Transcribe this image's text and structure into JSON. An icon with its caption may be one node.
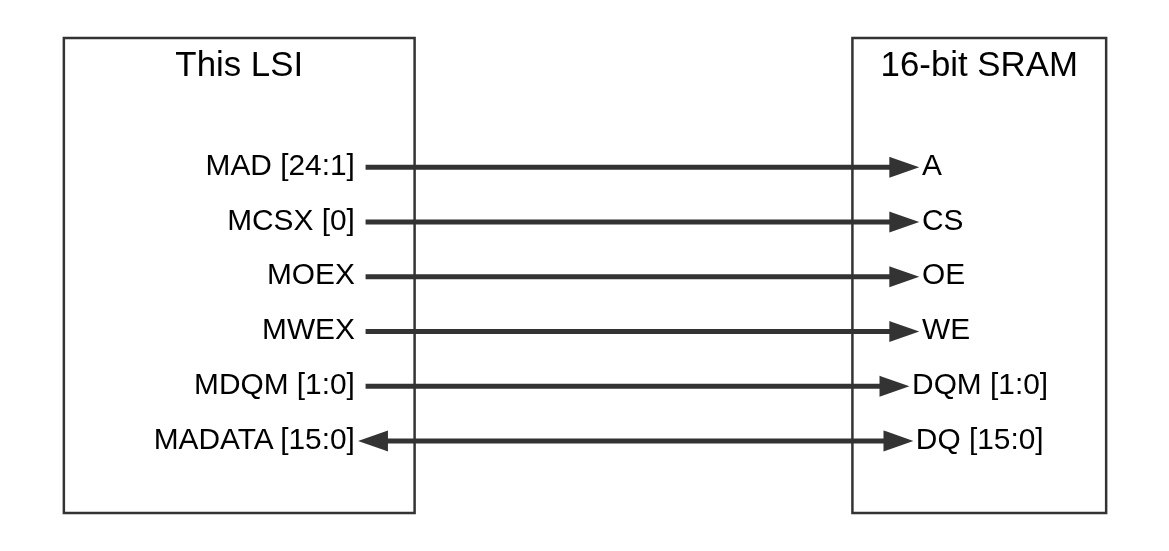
{
  "diagram": {
    "nodes": [
      {
        "text": [
          "This LSI"
        ]
      },
      {
        "text": [
          "MAD [24:1]"
        ],
        "in": 0
      },
      {
        "text": [
          "MCSX [0]"
        ],
        "in": 0
      },
      {
        "text": [
          "MOEX"
        ],
        "in": 0
      },
      {
        "text": [
          "MWEX"
        ],
        "in": 0
      },
      {
        "text": [
          "MDQM [1:0]"
        ],
        "in": 0
      },
      {
        "text": [
          "MADATA [15:0]"
        ],
        "in": 0
      },
      {
        "text": [
          "16-bit SRAM"
        ]
      },
      {
        "text": [
          "A"
        ],
        "in": 7
      },
      {
        "text": [
          "CS"
        ],
        "in": 7
      },
      {
        "text": [
          "OE"
        ],
        "in": 7
      },
      {
        "text": [
          "WE"
        ],
        "in": 7
      },
      {
        "text": [
          "DQM [1:0]"
        ],
        "in": 7
      },
      {
        "text": [
          "DQ [15:0]"
        ],
        "in": 7
      }
    ],
    "edges": [
      {
        "from": 1,
        "to": 8,
        "arrow": "to"
      },
      {
        "from": 2,
        "to": 9,
        "arrow": "to"
      },
      {
        "from": 3,
        "to": 10,
        "arrow": "to"
      },
      {
        "from": 4,
        "to": 11,
        "arrow": "to"
      },
      {
        "from": 5,
        "to": 12,
        "arrow": "to"
      },
      {
        "from": 6,
        "to": 13,
        "arrow": "both"
      }
    ]
  }
}
